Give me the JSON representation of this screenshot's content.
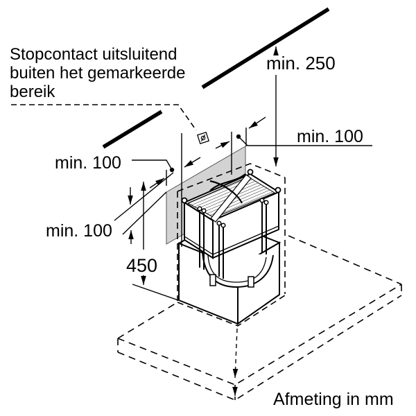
{
  "diagram": {
    "note": {
      "line1": "Stopcontact uitsluitend",
      "line2": "buiten het gemarkeerde",
      "line3": "bereik"
    },
    "dimensions": {
      "ceiling_clearance": "min. 250",
      "clearance_right": "min. 100",
      "clearance_top_left": "min. 100",
      "clearance_bottom_left": "min. 100",
      "hob_clearance": "450"
    },
    "footer": "Afmeting in mm",
    "icons": {
      "socket_symbol": "crossed-square-socket"
    },
    "colors": {
      "line": "#000000",
      "marked_area_fill": "#d3d3d3"
    }
  }
}
